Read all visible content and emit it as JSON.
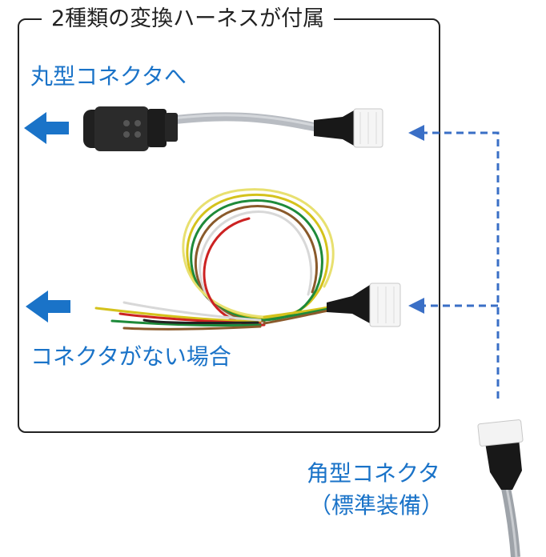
{
  "frame": {
    "title": "2種類の変換ハーネスが付属"
  },
  "labels": {
    "round_connector": "丸型コネクタへ",
    "no_connector": "コネクタがない場合",
    "square_connector": "角型コネクタ",
    "standard": "（標準装備）"
  },
  "colors": {
    "accent_blue": "#1a73c8",
    "frame_border": "#222222",
    "dashed_arrow": "#3a6fc6"
  },
  "icons": [
    "left-arrow-icon",
    "left-arrow-icon",
    "round-connector-harness",
    "bare-wire-harness",
    "square-connector-cable"
  ]
}
